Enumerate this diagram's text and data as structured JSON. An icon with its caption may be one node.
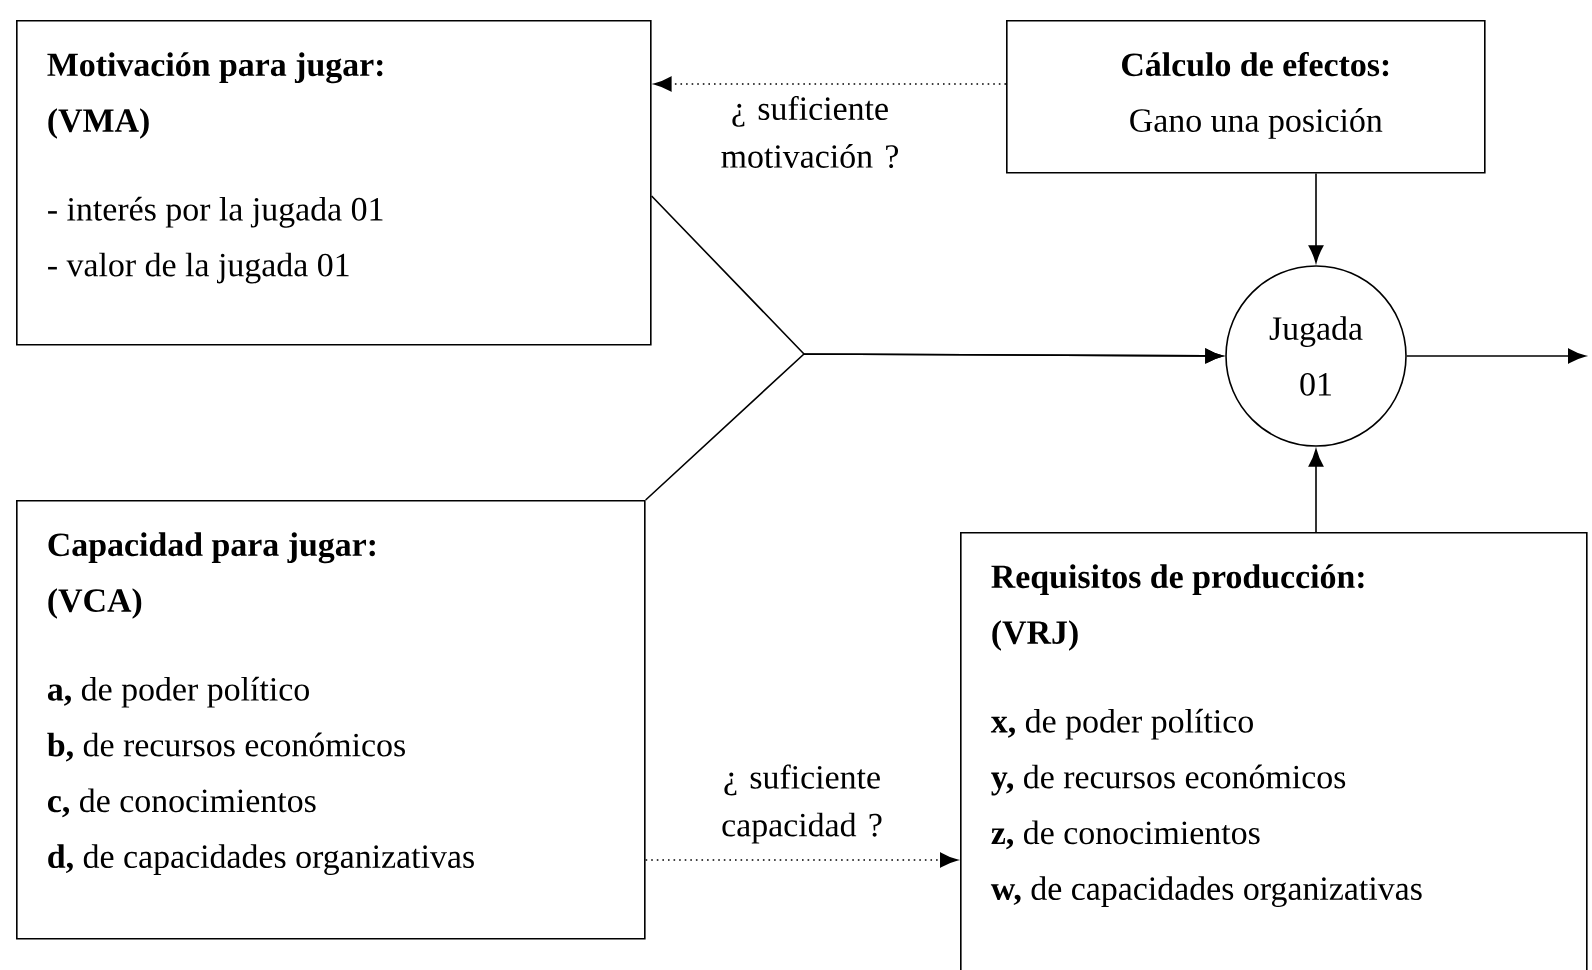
{
  "diagram": {
    "nodes": [
      {
        "text": [
          "Motivación para jugar: (VMA)",
          "- interés por la jugada 01",
          "- valor de la jugada 01"
        ]
      },
      {
        "text": [
          "Cálculo de efectos:",
          "Gano una posición"
        ]
      },
      {
        "text": [
          "Jugada 01"
        ]
      },
      {
        "text": [
          "Capacidad para jugar: (VCA)",
          "**a,** de poder político",
          "**b,** de recursos económicos",
          "**c,** de conocimientos",
          "**d,** de capacidades organizativas"
        ]
      },
      {
        "text": [
          "Requisitos de producción: (VRJ)",
          "**x,** de poder político",
          "**y,** de recursos económicos",
          "**z,** de conocimientos",
          "**w,** de capacidades organizativas"
        ]
      }
    ],
    "edges": [
      {
        "from": 1,
        "to": 0,
        "arrow": "to",
        "style": "dashed",
        "label": "¿ suficiente motivación ?"
      },
      {
        "from": 1,
        "to": 2,
        "arrow": "to"
      },
      {
        "from": 0,
        "to": 2,
        "arrow": "to"
      },
      {
        "from": 3,
        "to": 2,
        "arrow": "to"
      },
      {
        "from": 4,
        "to": 2,
        "arrow": "to"
      },
      {
        "from": 2,
        "to": null,
        "arrow": "to"
      },
      {
        "from": 3,
        "to": 4,
        "arrow": "to",
        "style": "dashed",
        "label": "¿ suficiente capacidad ?"
      }
    ]
  }
}
